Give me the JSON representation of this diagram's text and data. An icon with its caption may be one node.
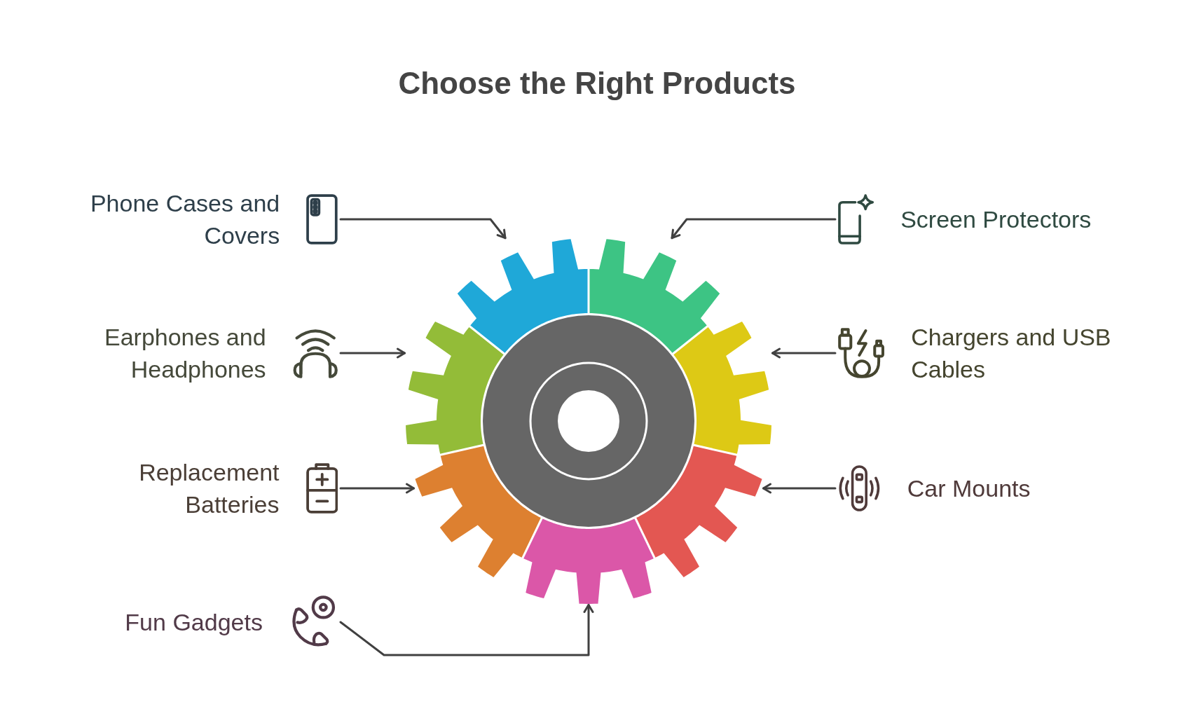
{
  "diagram": {
    "title": "Choose the Right Products",
    "nodes": [
      {
        "text": [
          "Phone Cases and Covers"
        ]
      },
      {
        "text": [
          "Screen Protectors"
        ]
      },
      {
        "text": [
          "Earphones and Headphones"
        ]
      },
      {
        "text": [
          "Chargers and USB Cables"
        ]
      },
      {
        "text": [
          "Replacement Batteries"
        ]
      },
      {
        "text": [
          "Car Mounts"
        ]
      },
      {
        "text": [
          "Fun Gadgets"
        ]
      },
      {
        "text": [],
        "shape": "sector"
      },
      {
        "text": [],
        "shape": "sector"
      },
      {
        "text": [],
        "shape": "sector"
      },
      {
        "text": [],
        "shape": "sector"
      },
      {
        "text": [],
        "shape": "sector"
      },
      {
        "text": [],
        "shape": "sector"
      },
      {
        "text": [],
        "shape": "sector"
      }
    ],
    "edges": [
      {
        "from": 0,
        "to": 7,
        "arrow": "to"
      },
      {
        "from": 1,
        "to": 8,
        "arrow": "to"
      },
      {
        "from": 2,
        "to": 9,
        "arrow": "to"
      },
      {
        "from": 3,
        "to": 10,
        "arrow": "to"
      },
      {
        "from": 4,
        "to": 11,
        "arrow": "to"
      },
      {
        "from": 5,
        "to": 12,
        "arrow": "to"
      },
      {
        "from": 6,
        "to": 13,
        "arrow": "to"
      }
    ]
  }
}
